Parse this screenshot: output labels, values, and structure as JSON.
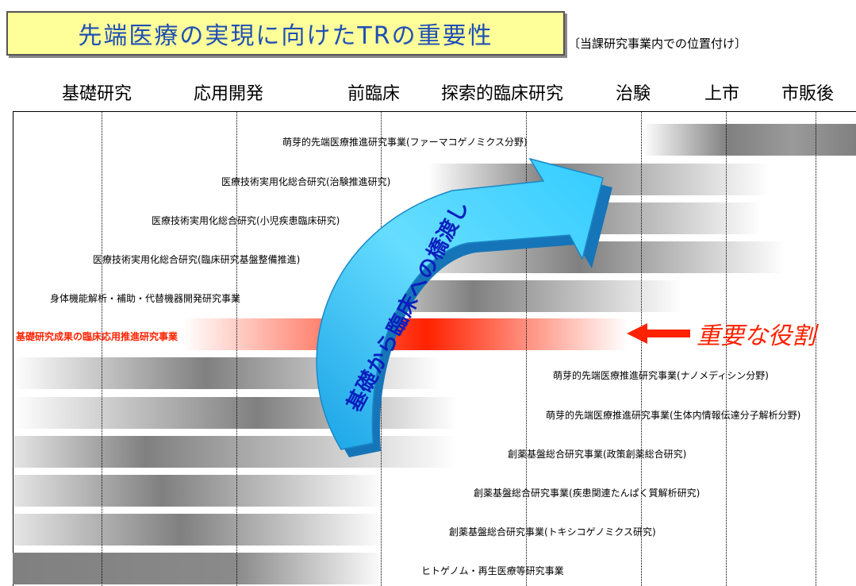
{
  "title": "先端医療の実現に向けたTRの重要性",
  "subtitle": "〔当課研究事業内での位置付け〕",
  "stages": [
    "基礎研究",
    "応用開発",
    "前臨床",
    "探索的臨床研究",
    "治験",
    "上市",
    "市販後"
  ],
  "bridge_label": "基礎から臨床への橋渡し",
  "role_label": "重要な役割",
  "colors": {
    "title_bg": "#ffff99",
    "title_text": "#1f4fb4",
    "highlight": "#ff2200",
    "bridge": "#33ccff",
    "bar": "#808080"
  },
  "programs": [
    {
      "label": "萌芽的先端医療推進研究事業(ファーマコゲノミクス分野)"
    },
    {
      "label": "医療技術実用化総合研究(治験推進研究)"
    },
    {
      "label": "医療技術実用化総合研究(小児疾患臨床研究)"
    },
    {
      "label": "医療技術実用化総合研究(臨床研究基盤整備推進)"
    },
    {
      "label": "身体機能解析・補助・代替機器開発研究事業"
    },
    {
      "label": "基礎研究成果の臨床応用推進研究事業",
      "highlight": true
    },
    {
      "label": "萌芽的先端医療推進研究事業(ナノメディシン分野)"
    },
    {
      "label": "萌芽的先端医療推進研究事業(生体内情報伝達分子解析分野)"
    },
    {
      "label": "創薬基盤総合研究事業(政策創薬総合研究)"
    },
    {
      "label": "創薬基盤総合研究事業(疾患関連たんぱく質解析研究)"
    },
    {
      "label": "創薬基盤総合研究事業(トキシコゲノミクス研究)"
    },
    {
      "label": "ヒトゲノム・再生医療等研究事業"
    }
  ]
}
